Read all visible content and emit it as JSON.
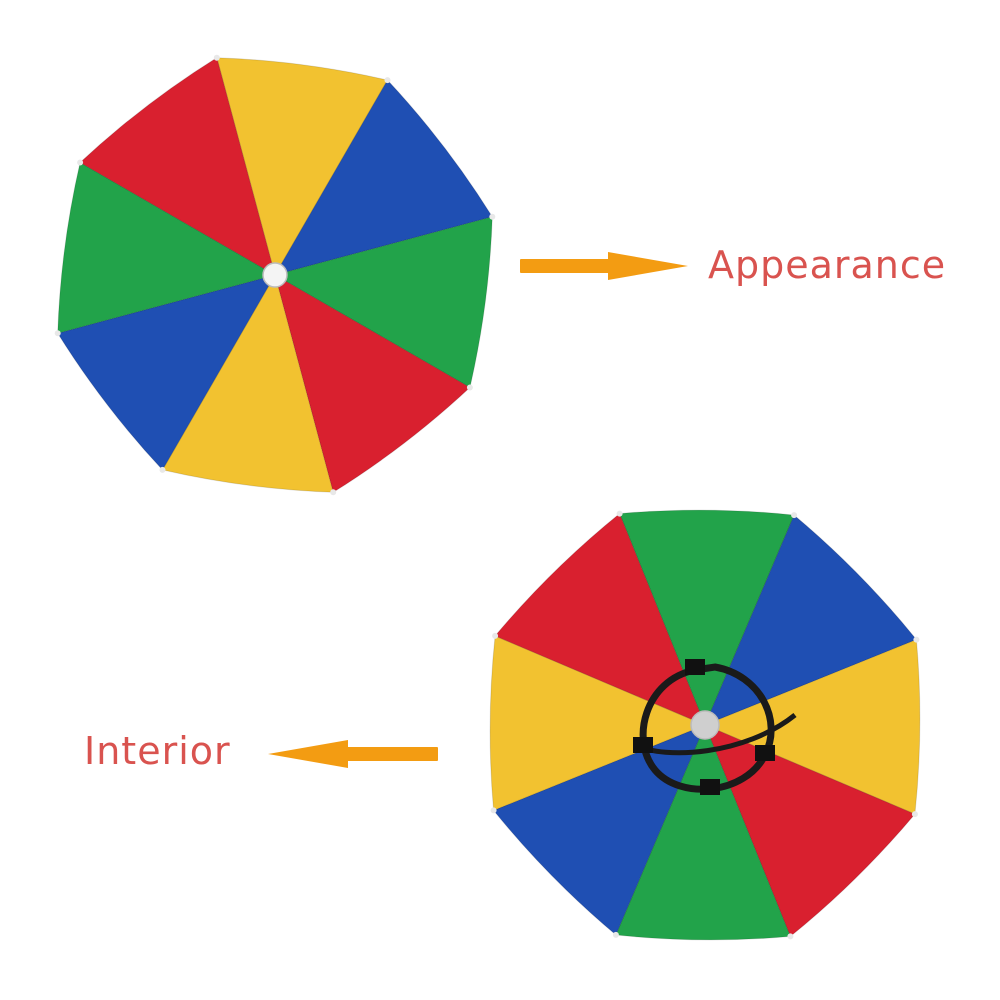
{
  "labels": {
    "appearance": "Appearance",
    "interior": "Interior"
  },
  "colors": {
    "label_text": "#d9534f",
    "arrow": "#f39c12",
    "panel_red": "#d9202f",
    "panel_yellow": "#f2c230",
    "panel_blue": "#1f4fb3",
    "panel_green": "#22a34a"
  },
  "icons": {
    "appearance_arrow": "arrow-right-icon",
    "interior_arrow": "arrow-left-icon"
  },
  "umbrellas": {
    "top_panel_order": [
      "yellow",
      "blue",
      "green",
      "red",
      "yellow",
      "blue",
      "green",
      "red"
    ],
    "bottom_panel_order": [
      "green",
      "blue",
      "yellow",
      "red",
      "green",
      "blue",
      "yellow",
      "red"
    ]
  }
}
